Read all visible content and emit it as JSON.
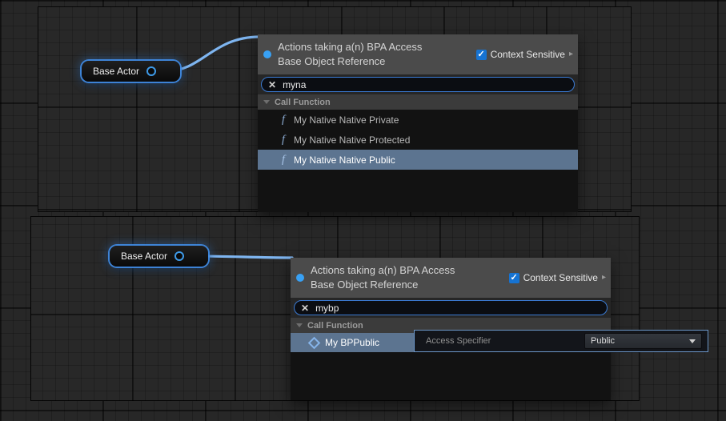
{
  "icons": {
    "clear": "✕",
    "check": "✓",
    "expand_arrow": "▸"
  },
  "colors": {
    "accent_blue": "#38a1f5",
    "selection": "#5c7490",
    "wire": "#7eb5f0",
    "checkbox_blue": "#1673d2",
    "search_border": "#3b7bd4"
  },
  "graph": {
    "node_top": {
      "label": "Base Actor"
    },
    "node_bottom": {
      "label": "Base Actor"
    }
  },
  "menu_top": {
    "title_line1": "Actions taking a(n) BPA Access",
    "title_line2": "Base Object Reference",
    "context_sensitive": "Context Sensitive",
    "search_value": "myna",
    "section": "Call Function",
    "items": [
      {
        "label": "My Native Native Private",
        "selected": false
      },
      {
        "label": "My Native Native Protected",
        "selected": false
      },
      {
        "label": "My Native Native Public",
        "selected": true
      }
    ]
  },
  "menu_bottom": {
    "title_line1": "Actions taking a(n) BPA Access",
    "title_line2": "Base Object Reference",
    "context_sensitive": "Context Sensitive",
    "search_value": "mybp",
    "section": "Call Function",
    "items": [
      {
        "label": "My BPPublic",
        "selected": true
      }
    ],
    "tooltip": {
      "label": "Access Specifier",
      "dropdown_value": "Public"
    }
  }
}
